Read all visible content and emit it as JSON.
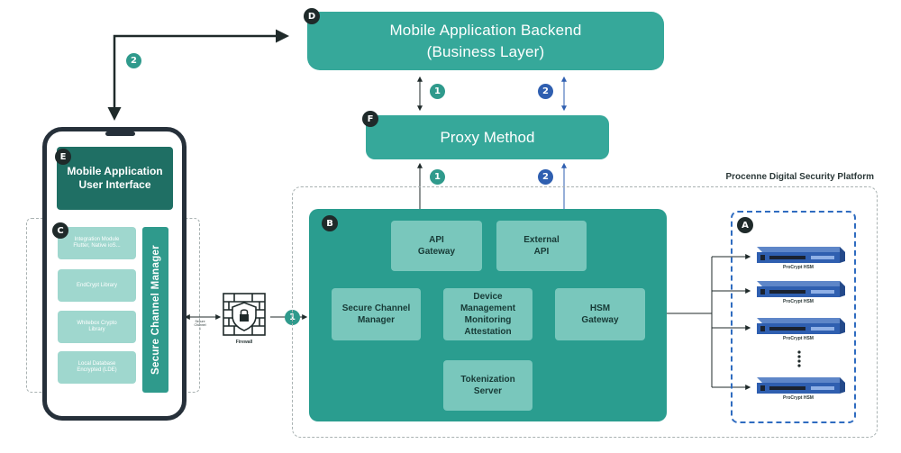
{
  "backend": {
    "badge": "D",
    "line1": "Mobile Application Backend",
    "line2": "(Business Layer)"
  },
  "proxy": {
    "badge": "F",
    "label": "Proxy Method"
  },
  "steps": {
    "one": "1",
    "two": "2"
  },
  "platform": {
    "label": "Procenne Digital Security Platform"
  },
  "core": {
    "badge": "B",
    "api_gateway": {
      "line1": "API",
      "line2": "Gateway"
    },
    "external_api": {
      "line1": "External",
      "line2": "API"
    },
    "secure_channel_manager": {
      "line1": "Secure Channel",
      "line2": "Manager"
    },
    "device_management": {
      "line1": "Device",
      "line2": "Management",
      "line3": "Monitoring",
      "line4": "Attestation"
    },
    "hsm_gateway": {
      "line1": "HSM",
      "line2": "Gateway"
    },
    "tokenization_server": {
      "line1": "Tokenization",
      "line2": "Server"
    }
  },
  "hsm": {
    "badge": "A",
    "unit_label": "ProCrypt HSM",
    "units": [
      "ProCrypt HSM",
      "ProCrypt HSM",
      "ProCrypt HSM",
      "ProCrypt HSM"
    ]
  },
  "phone": {
    "ui_badge": "E",
    "ui_line1": "Mobile Application",
    "ui_line2": "User Interface",
    "lib_badge": "C",
    "libs": [
      {
        "line1": "Integration Module",
        "line2": "Flutter, Native ioS..."
      },
      {
        "line1": "EndCrypt Library",
        "line2": ""
      },
      {
        "line1": "Whitebox Crypto",
        "line2": "Library"
      },
      {
        "line1": "Local Database",
        "line2": "Encrypted (LDE)"
      }
    ],
    "secure_channel_manager": "Secure Channel Manager"
  },
  "firewall": {
    "label": "Firewall"
  },
  "secure_channel_small": {
    "line1": "Secure",
    "line2": "Channel",
    "line3": "1"
  },
  "colors": {
    "teal": "#36a89a",
    "dark_teal": "#1f6f64",
    "core": "#2a9d8f",
    "inner": "#79c7bc",
    "blue": "#2f5fb0",
    "badge": "#1f2a2a"
  }
}
